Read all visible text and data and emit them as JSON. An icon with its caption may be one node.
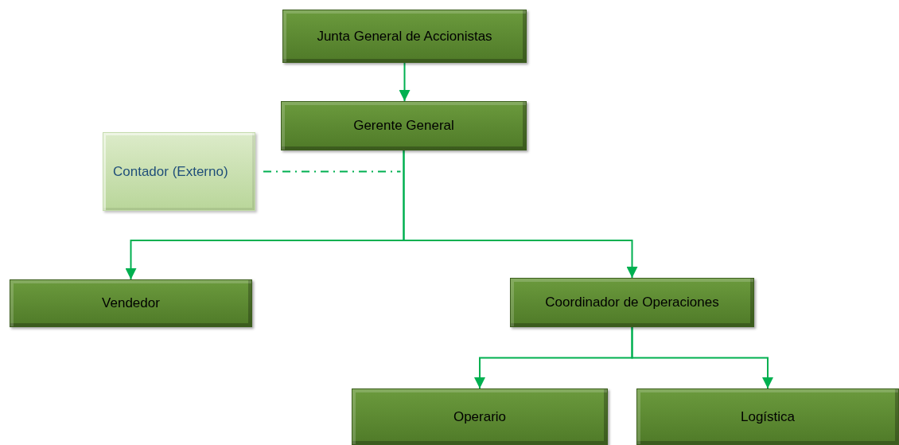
{
  "diagram": {
    "nodes": [
      {
        "text": [
          "Junta General de Accionistas"
        ]
      },
      {
        "text": [
          "Gerente General"
        ]
      },
      {
        "text": [
          "Contador (Externo)"
        ]
      },
      {
        "text": [
          "Vendedor"
        ]
      },
      {
        "text": [
          "Coordinador de Operaciones"
        ]
      },
      {
        "text": [
          "Operario"
        ]
      },
      {
        "text": [
          "Logística"
        ]
      }
    ],
    "edges": [
      {
        "from": 0,
        "to": 1,
        "arrow": "to"
      },
      {
        "from": 2,
        "to": 1,
        "arrow": "none",
        "style": "dashed"
      },
      {
        "from": 1,
        "to": 3,
        "arrow": "to"
      },
      {
        "from": 1,
        "to": 4,
        "arrow": "to"
      },
      {
        "from": 4,
        "to": 5,
        "arrow": "to"
      },
      {
        "from": 4,
        "to": 6,
        "arrow": "to"
      }
    ]
  }
}
